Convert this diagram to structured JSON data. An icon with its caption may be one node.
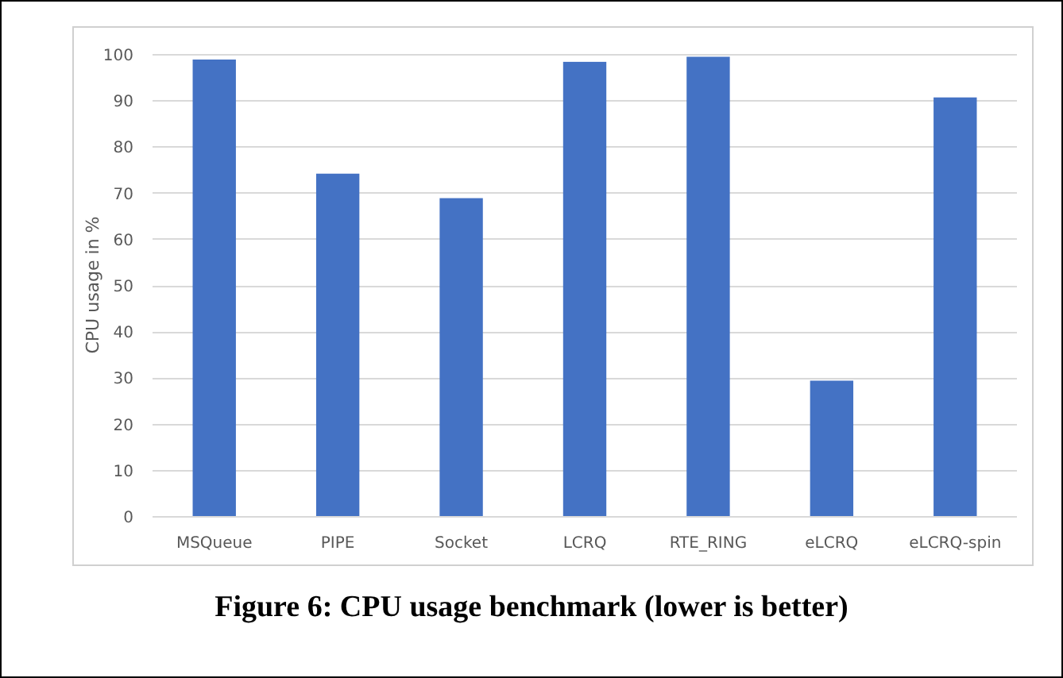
{
  "diagram": {
    "caption": "Figure 6: CPU usage benchmark (lower is better)",
    "chart_data": {
      "type": "bar",
      "ylabel": "CPU usage in %",
      "categories": [
        "MSQueue",
        "PIPE",
        "Socket",
        "LCRQ",
        "RTE_RING",
        "eLCRQ",
        "eLCRQ-spin"
      ],
      "series": [
        {
          "color": "#4472c4",
          "values": [
            98.8,
            74.1,
            68.8,
            98.3,
            99.4,
            29.3,
            90.6
          ]
        }
      ],
      "ylim": [
        0,
        100
      ],
      "grid": true,
      "yticks": [
        0,
        10,
        20,
        30,
        40,
        50,
        60,
        70,
        80,
        90,
        100
      ]
    }
  }
}
